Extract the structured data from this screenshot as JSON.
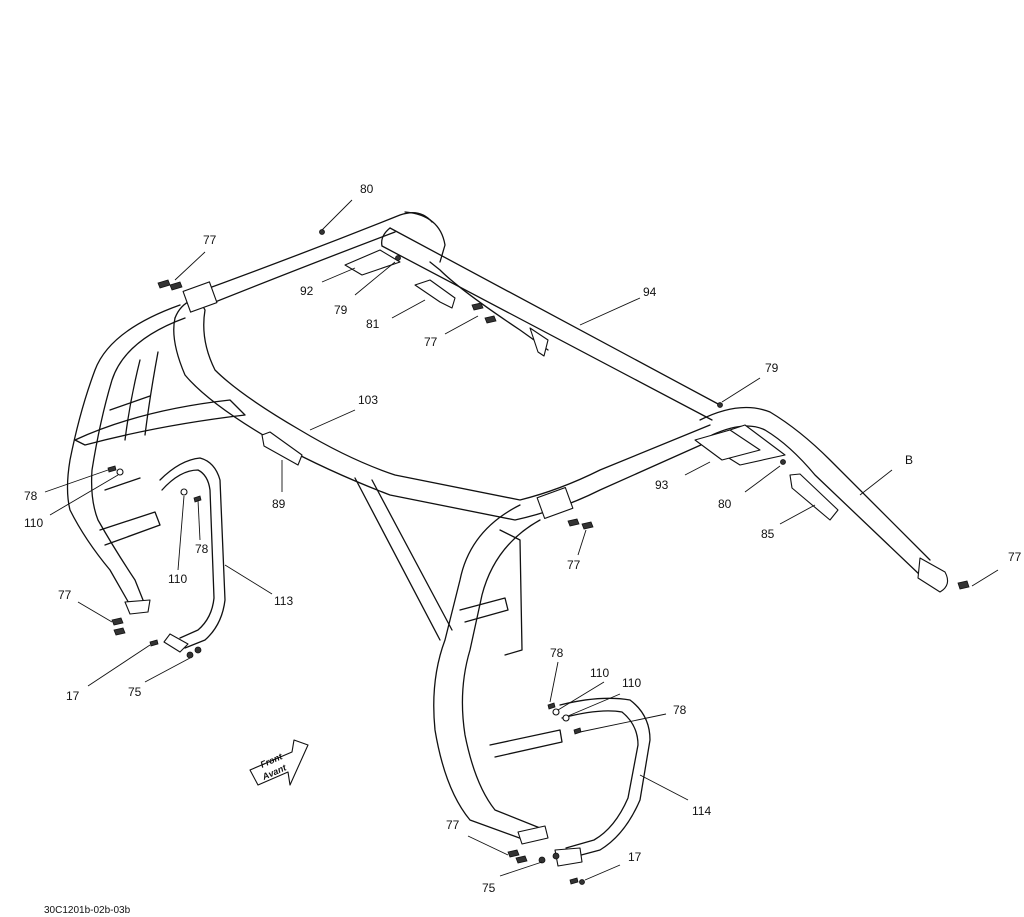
{
  "diagram": {
    "drawing_code": "30C1201b-02b-03b",
    "direction_label_line1": "Front",
    "direction_label_line2": "Avant",
    "view_marker": "B"
  },
  "callouts": [
    {
      "id": "c80a",
      "label": "80"
    },
    {
      "id": "c77a",
      "label": "77"
    },
    {
      "id": "c92",
      "label": "92"
    },
    {
      "id": "c79a",
      "label": "79"
    },
    {
      "id": "c81",
      "label": "81"
    },
    {
      "id": "c77b",
      "label": "77"
    },
    {
      "id": "c94",
      "label": "94"
    },
    {
      "id": "c103",
      "label": "103"
    },
    {
      "id": "c79b",
      "label": "79"
    },
    {
      "id": "c89",
      "label": "89"
    },
    {
      "id": "c93",
      "label": "93"
    },
    {
      "id": "c80b",
      "label": "80"
    },
    {
      "id": "c85",
      "label": "85"
    },
    {
      "id": "c77c",
      "label": "77"
    },
    {
      "id": "c77d",
      "label": "77"
    },
    {
      "id": "c78a",
      "label": "78"
    },
    {
      "id": "c110a",
      "label": "110"
    },
    {
      "id": "c78b",
      "label": "78"
    },
    {
      "id": "c110b",
      "label": "110"
    },
    {
      "id": "c113",
      "label": "113"
    },
    {
      "id": "c77e",
      "label": "77"
    },
    {
      "id": "c17a",
      "label": "17"
    },
    {
      "id": "c75a",
      "label": "75"
    },
    {
      "id": "c78c",
      "label": "78"
    },
    {
      "id": "c110c",
      "label": "110"
    },
    {
      "id": "c110d",
      "label": "110"
    },
    {
      "id": "c78d",
      "label": "78"
    },
    {
      "id": "c114",
      "label": "114"
    },
    {
      "id": "c77f",
      "label": "77"
    },
    {
      "id": "c75b",
      "label": "75"
    },
    {
      "id": "c17b",
      "label": "17"
    }
  ]
}
